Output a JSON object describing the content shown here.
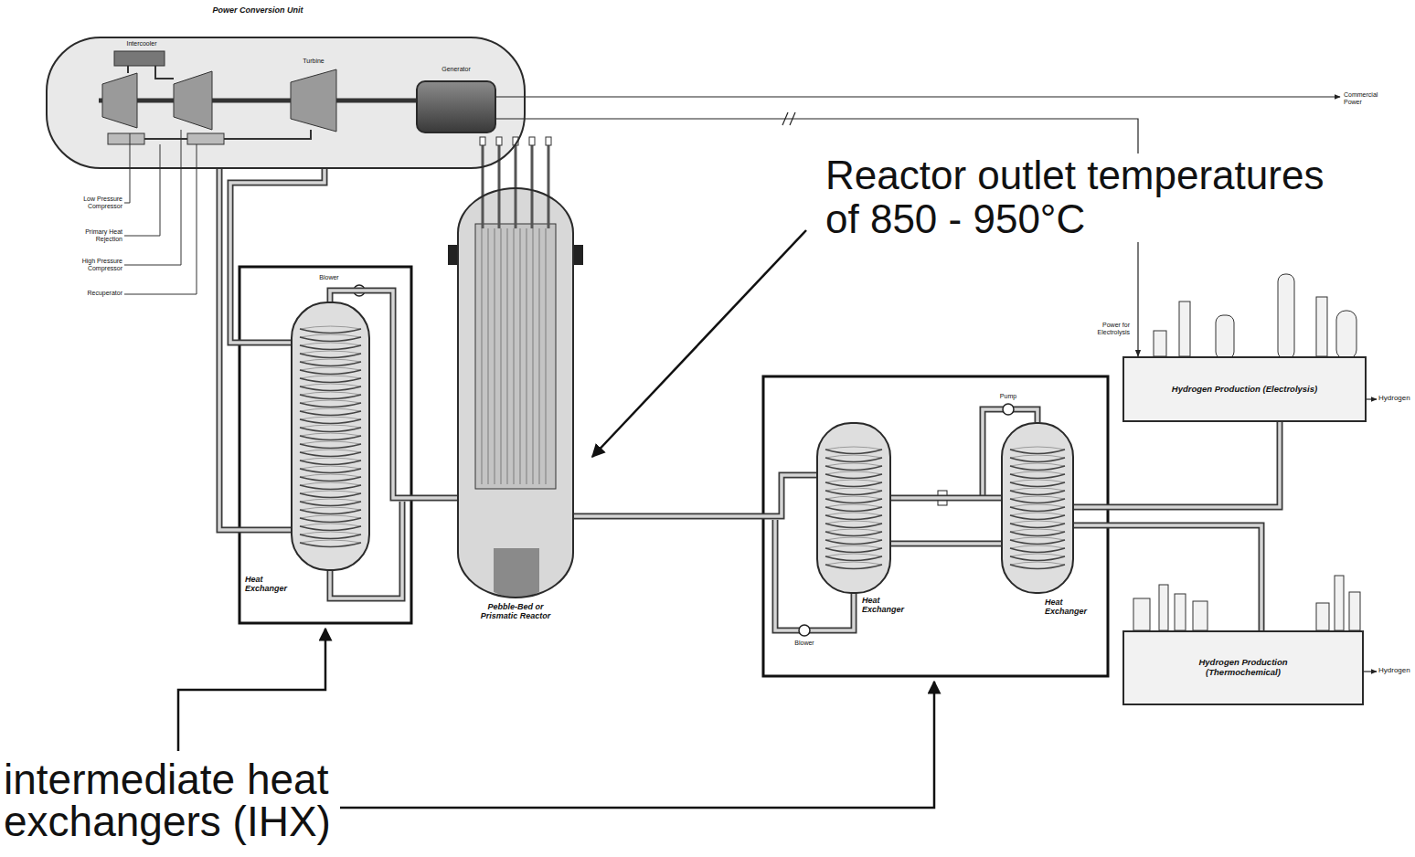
{
  "diagram": {
    "nodes": [
      {
        "text": [
          "Power Conversion Unit"
        ]
      },
      {
        "text": [
          "Generator"
        ],
        "in": 0
      },
      {
        "text": [
          "Heat Exchanger"
        ]
      },
      {
        "text": [
          "Pebble-Bed or Prismatic Reactor"
        ]
      },
      {
        "text": [
          "Heat Exchanger"
        ]
      },
      {
        "text": [
          "Heat Exchanger"
        ]
      },
      {
        "text": [
          "Hydrogen Production (Electrolysis)"
        ]
      },
      {
        "text": [
          "Hydrogen Production (Thermochemical)"
        ]
      }
    ],
    "edges": [
      {
        "from": 0,
        "to": 2,
        "arrow": "none"
      },
      {
        "from": 0,
        "to": 2,
        "arrow": "none"
      },
      {
        "from": 2,
        "to": 3,
        "arrow": "none"
      },
      {
        "from": 3,
        "to": 4,
        "arrow": "none"
      },
      {
        "from": 4,
        "to": 5,
        "arrow": "none"
      },
      {
        "from": 5,
        "to": 6,
        "arrow": "none"
      },
      {
        "from": 5,
        "to": 7,
        "arrow": "none"
      },
      {
        "from": 1,
        "to": 6,
        "arrow": "to"
      }
    ],
    "labels": [
      "Intercooler",
      "Turbine",
      "Commercial Power",
      "Low Pressure Compressor",
      "Primary Heat Rejection",
      "High Pressure Compressor",
      "Recuperator",
      "Reactor outlet temperatures of 850 - 950°C",
      "Blower",
      "Pump",
      "Blower",
      "Power for Electrolysis",
      "Hydrogen",
      "Hydrogen",
      "intermediate heat exchangers (IHX)"
    ]
  }
}
